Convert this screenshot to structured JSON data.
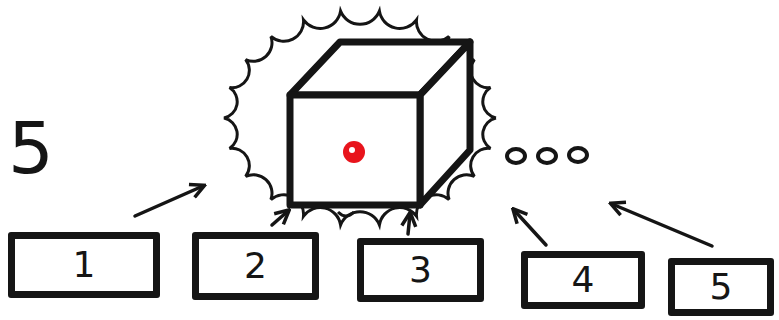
{
  "diagram": {
    "nodes": [
      {
        "text": [
          "1"
        ]
      },
      {
        "text": [
          "2"
        ]
      },
      {
        "text": [
          "3"
        ]
      },
      {
        "text": [
          "4"
        ]
      },
      {
        "text": [
          "5"
        ]
      }
    ],
    "labels": [
      "5"
    ]
  }
}
